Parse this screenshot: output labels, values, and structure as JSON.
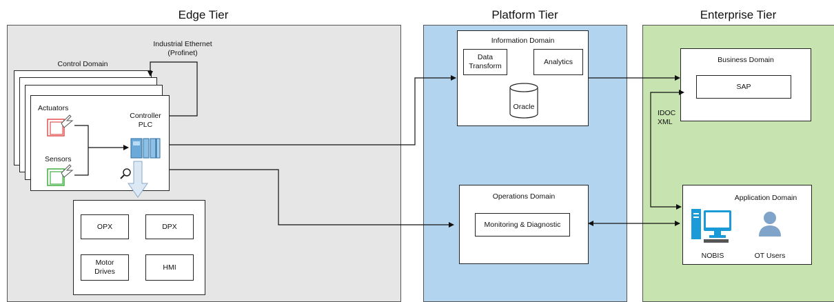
{
  "tiers": {
    "edge": {
      "title": "Edge Tier",
      "color": "#e6e6e6"
    },
    "platform": {
      "title": "Platform Tier",
      "color": "#b3d4ee"
    },
    "enterprise": {
      "title": "Enterprise Tier",
      "color": "#c6e3b0"
    }
  },
  "edge": {
    "industrial_ethernet_line1": "Industrial Ethernet",
    "industrial_ethernet_line2": "(Profinet)",
    "control_domain": "Control Domain",
    "actuators": "Actuators",
    "sensors": "Sensors",
    "controller_line1": "Controller",
    "controller_line2": "PLC",
    "devices": {
      "opx": "OPX",
      "dpx": "DPX",
      "motor_line1": "Motor",
      "motor_line2": "Drives",
      "hmi": "HMI"
    }
  },
  "platform": {
    "information_domain": "Information Domain",
    "data_transform_line1": "Data",
    "data_transform_line2": "Transform",
    "analytics": "Analytics",
    "oracle": "Oracle",
    "operations_domain": "Operations Domain",
    "monitoring": "Monitoring & Diagnostic"
  },
  "enterprise": {
    "business_domain": "Business Domain",
    "sap": "SAP",
    "idoc_line1": "IDOC",
    "idoc_line2": "XML",
    "application_domain": "Application Domain",
    "nobis": "NOBIS",
    "ot_users": "OT Users"
  },
  "icons": {
    "actuator": "actuator-icon",
    "sensor": "sensor-icon",
    "plc": "plc-icon",
    "magnifier": "magnifier-icon",
    "database": "database-icon",
    "computer": "computer-icon",
    "user": "user-icon"
  }
}
